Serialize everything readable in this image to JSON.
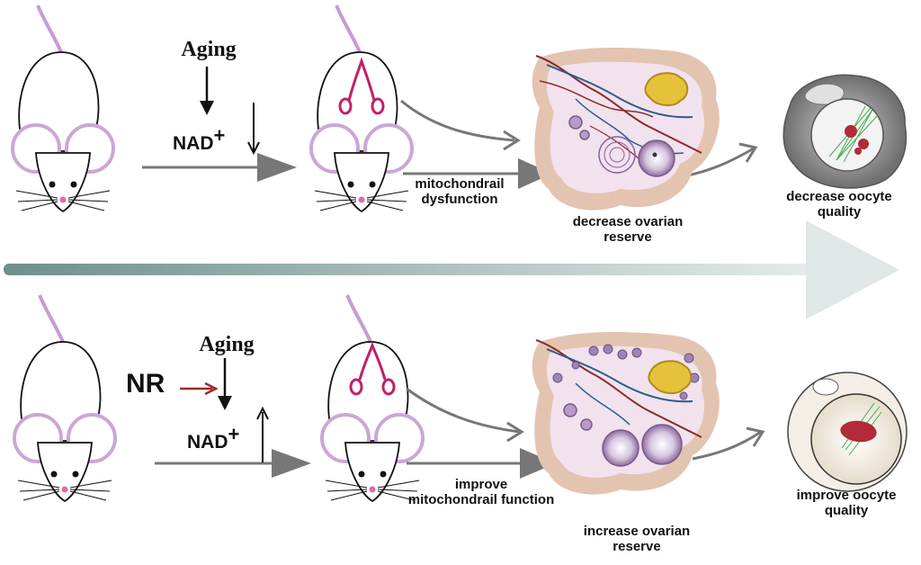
{
  "colors": {
    "tail": "#c99ad6",
    "ear": "#cba6d6",
    "ovary": "#c0206a",
    "tissue": "#e3c4b0",
    "tissue_inner": "#f1e2ee",
    "follicle": "#8e5c9c",
    "corpus": "#e6c13a",
    "vessel_red": "#8a2a2a",
    "vessel_blue": "#2a5d8a",
    "arrow_gray": "#777777",
    "timeline_start": "#6e8f8a",
    "timeline_end": "#e4eceb",
    "nr_arrow": "#9e2a2a",
    "oocyte_poor": "#8a8a8a",
    "oocyte_good": "#f4efe6",
    "spindle": "#3fae4a",
    "chromatin": "#b32a3a"
  },
  "top_row": {
    "aging": "Aging",
    "nad": "NAD",
    "nad_sign": "+",
    "nad_trend": "decrease",
    "mito_line1": "mitochondrail",
    "mito_line2": "dysfunction",
    "ovary_line1": "decrease ovarian",
    "ovary_line2": "reserve",
    "oocyte_line1": "decrease oocyte",
    "oocyte_line2": "quality"
  },
  "bottom_row": {
    "nr": "NR",
    "aging": "Aging",
    "nad": "NAD",
    "nad_sign": "+",
    "nad_trend": "increase",
    "mito_line1": "improve",
    "mito_line2": "mitochondrail function",
    "ovary_line1": "increase ovarian",
    "ovary_line2": "reserve",
    "oocyte_line1": "improve oocyte",
    "oocyte_line2": "quality"
  }
}
